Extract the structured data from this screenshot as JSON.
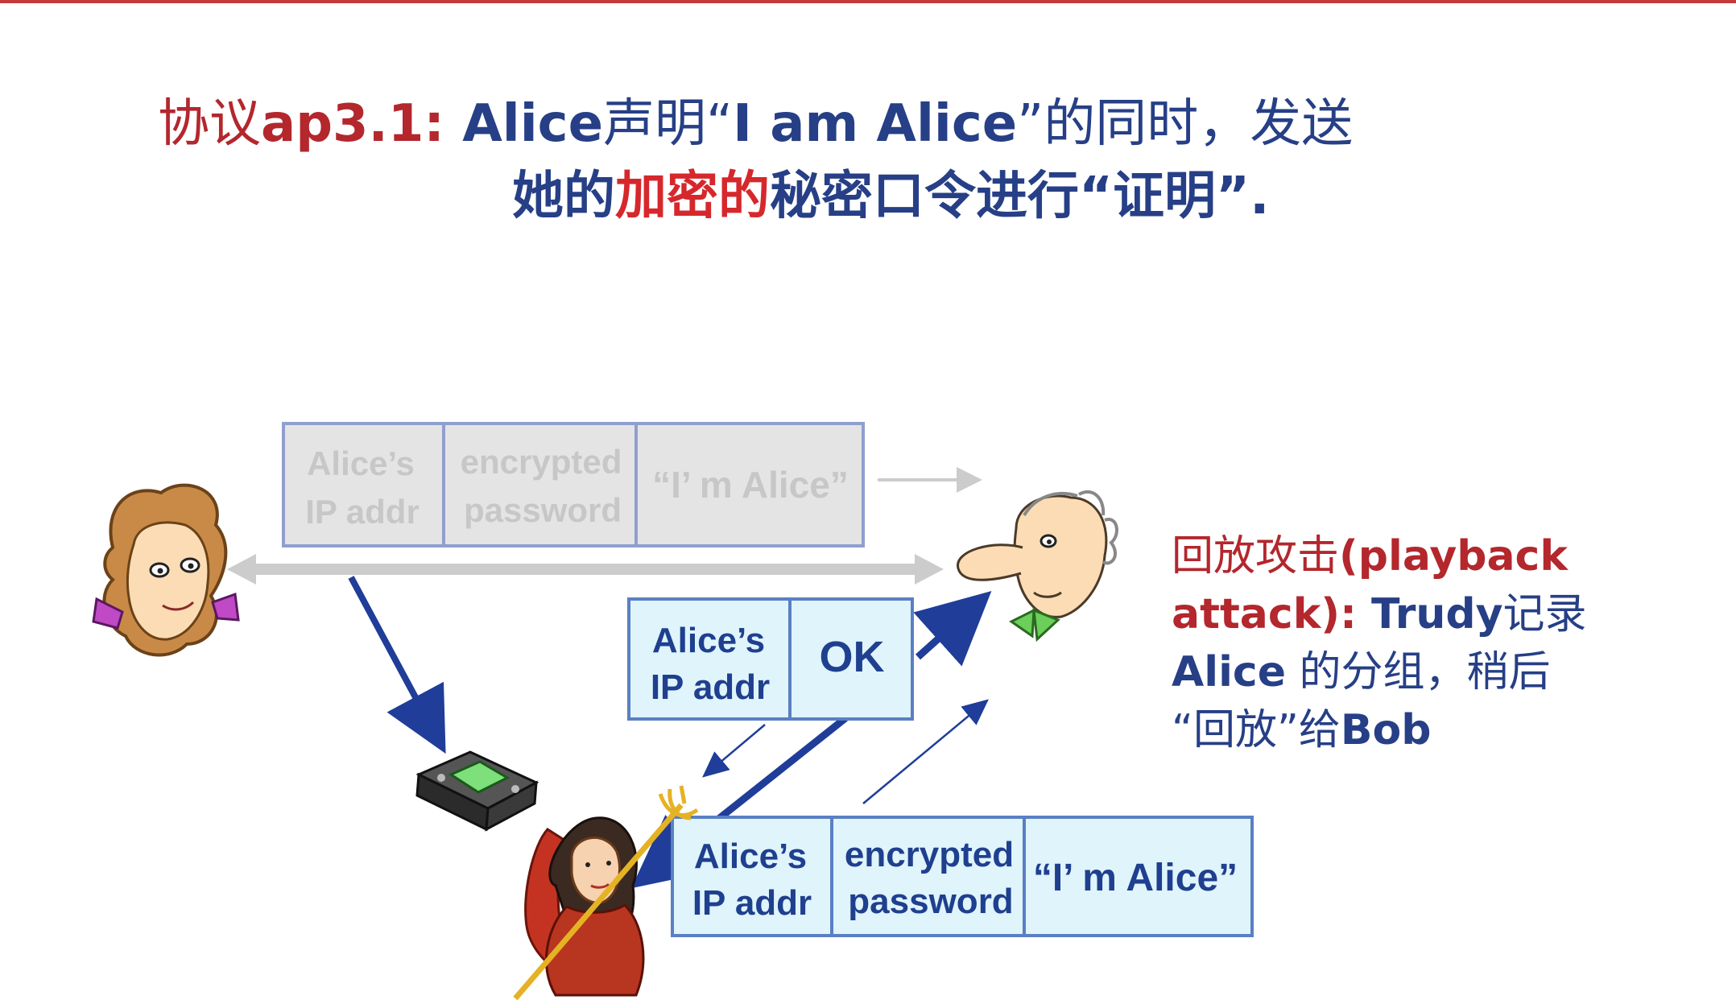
{
  "title": {
    "line1_protocol_cn": "协议",
    "line1_protocol_id": "ap3.1:",
    "line1_name": "Alice",
    "line1_verb": "声明“",
    "line1_quote": "I am Alice",
    "line1_rest": "”的同时，发送",
    "line2_her": "她的",
    "line2_encrypted": "加密的",
    "line2_rest": "秘密口令进行“证明”."
  },
  "diagram": {
    "ghost_message": {
      "cell1": [
        "Alice’s",
        "IP addr"
      ],
      "cell2": [
        "encrypted",
        "password"
      ],
      "cell3": "“I’ m Alice”"
    },
    "ok_message": {
      "cell1": [
        "Alice’s",
        "IP addr"
      ],
      "cell2": "OK"
    },
    "replay_message": {
      "cell1": [
        "Alice’s",
        "IP addr"
      ],
      "cell2": [
        "encrypted",
        "password"
      ],
      "cell3": "“I’ m Alice”"
    }
  },
  "note": {
    "line1_cn": "回放攻击",
    "line1_en": "(playback",
    "line2_en": "attack):",
    "line2_name": " Trudy",
    "line2_cn": "记录",
    "line3_name": "Alice",
    "line3_cn": " 的分组，稍后",
    "line4_cn": " “回放”给",
    "line4_name": "Bob"
  },
  "colors": {
    "title_red": "#b3272d",
    "encrypted_red": "#d6282c",
    "navy": "#263f86",
    "cell_fill": "#dff4fb",
    "cell_border": "#5a7fc4",
    "ghost_fill": "#e4e4e4",
    "ghost_border": "#8f9fce",
    "arrow_navy": "#1f3d99",
    "ghost_arrow": "#cccccc",
    "top_rule": "#c23b3b"
  },
  "icons": [
    "alice-figure",
    "bob-figure",
    "trudy-figure",
    "recorder-device"
  ]
}
